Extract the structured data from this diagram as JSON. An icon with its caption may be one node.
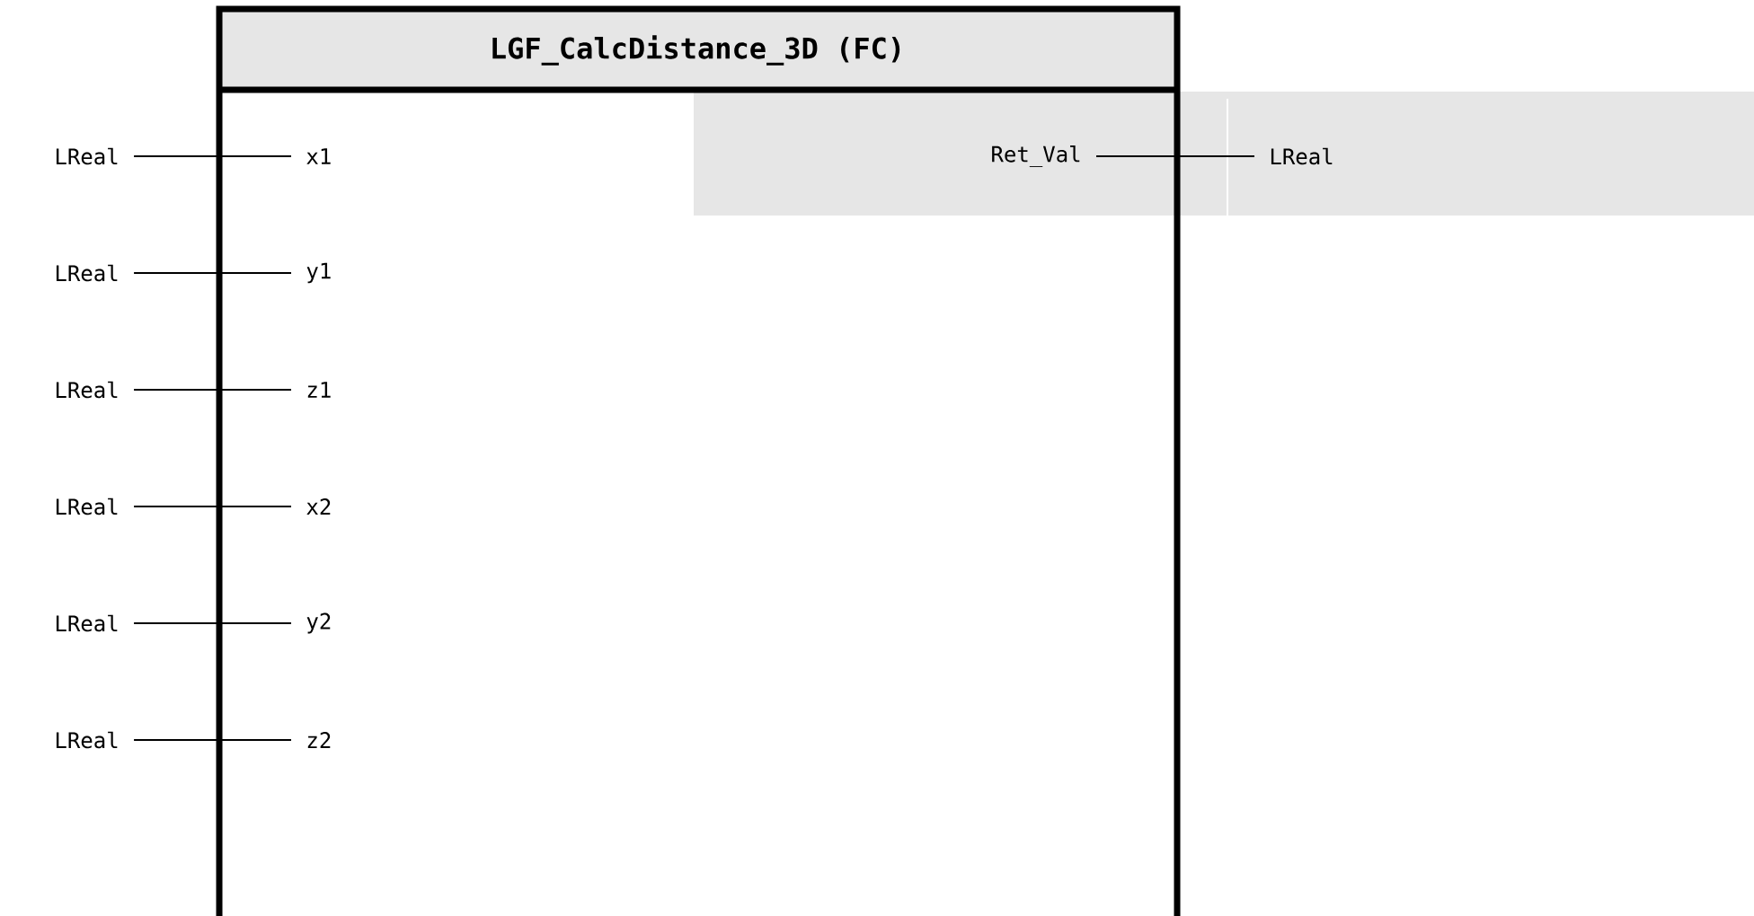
{
  "diagram": {
    "nodes": [
      {
        "text": [
          "LGF_CalcDistance_3D (FC)"
        ]
      },
      {
        "text": [
          "x1"
        ],
        "in": 0
      },
      {
        "text": [
          "y1"
        ],
        "in": 0
      },
      {
        "text": [
          "z1"
        ],
        "in": 0
      },
      {
        "text": [
          "x2"
        ],
        "in": 0
      },
      {
        "text": [
          "y2"
        ],
        "in": 0
      },
      {
        "text": [
          "z2"
        ],
        "in": 0
      },
      {
        "text": [
          "Ret_Val"
        ],
        "in": 0
      },
      {
        "text": [
          "LReal"
        ]
      },
      {
        "text": [
          "LReal"
        ]
      },
      {
        "text": [
          "LReal"
        ]
      },
      {
        "text": [
          "LReal"
        ]
      },
      {
        "text": [
          "LReal"
        ]
      },
      {
        "text": [
          "LReal"
        ]
      },
      {
        "text": [
          "LReal"
        ]
      }
    ],
    "edges": [
      {
        "from": 8,
        "to": 1,
        "arrow": "none"
      },
      {
        "from": 9,
        "to": 2,
        "arrow": "none"
      },
      {
        "from": 10,
        "to": 3,
        "arrow": "none"
      },
      {
        "from": 11,
        "to": 4,
        "arrow": "none"
      },
      {
        "from": 12,
        "to": 5,
        "arrow": "none"
      },
      {
        "from": 13,
        "to": 6,
        "arrow": "none"
      },
      {
        "from": 7,
        "to": 14,
        "arrow": "none"
      }
    ]
  }
}
